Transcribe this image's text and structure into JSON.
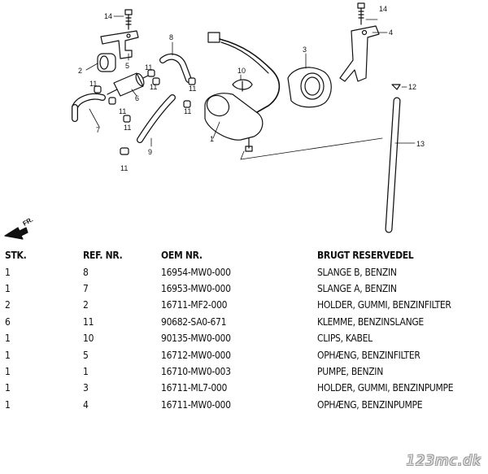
{
  "diagram": {
    "callouts": {
      "n1": "1",
      "n2": "2",
      "n3": "3",
      "n4": "4",
      "n5": "5",
      "n6": "6",
      "n7": "7",
      "n8": "8",
      "n9": "9",
      "n10": "10",
      "n11a": "11",
      "n11b": "11",
      "n11c": "11",
      "n11d": "11",
      "n11e": "11",
      "n11f": "11",
      "n11g": "11",
      "n11h": "11",
      "n12": "12",
      "n13": "13",
      "n14a": "14",
      "n14b": "14"
    },
    "direction_label": "FR."
  },
  "table": {
    "headers": {
      "qty": "STK.",
      "ref": "REF. NR.",
      "oem": "OEM NR.",
      "desc": "BRUGT RESERVEDEL"
    },
    "rows": [
      {
        "qty": "1",
        "ref": "8",
        "oem": "16954-MW0-000",
        "desc": "SLANGE B, BENZIN"
      },
      {
        "qty": "1",
        "ref": "7",
        "oem": "16953-MW0-000",
        "desc": "SLANGE A, BENZIN"
      },
      {
        "qty": "2",
        "ref": "2",
        "oem": "16711-MF2-000",
        "desc": "HOLDER, GUMMI, BENZINFILTER"
      },
      {
        "qty": "6",
        "ref": "11",
        "oem": "90682-SA0-671",
        "desc": "KLEMME, BENZINSLANGE"
      },
      {
        "qty": "1",
        "ref": "10",
        "oem": "90135-MW0-000",
        "desc": "CLIPS, KABEL"
      },
      {
        "qty": "1",
        "ref": "5",
        "oem": "16712-MW0-000",
        "desc": "OPHÆNG, BENZINFILTER"
      },
      {
        "qty": "1",
        "ref": "1",
        "oem": "16710-MW0-003",
        "desc": "PUMPE, BENZIN"
      },
      {
        "qty": "1",
        "ref": "3",
        "oem": "16711-ML7-000",
        "desc": "HOLDER, GUMMI, BENZINPUMPE"
      },
      {
        "qty": "1",
        "ref": "4",
        "oem": "16711-MW0-000",
        "desc": "OPHÆNG, BENZINPUMPE"
      }
    ]
  },
  "watermark": "123mc.dk"
}
